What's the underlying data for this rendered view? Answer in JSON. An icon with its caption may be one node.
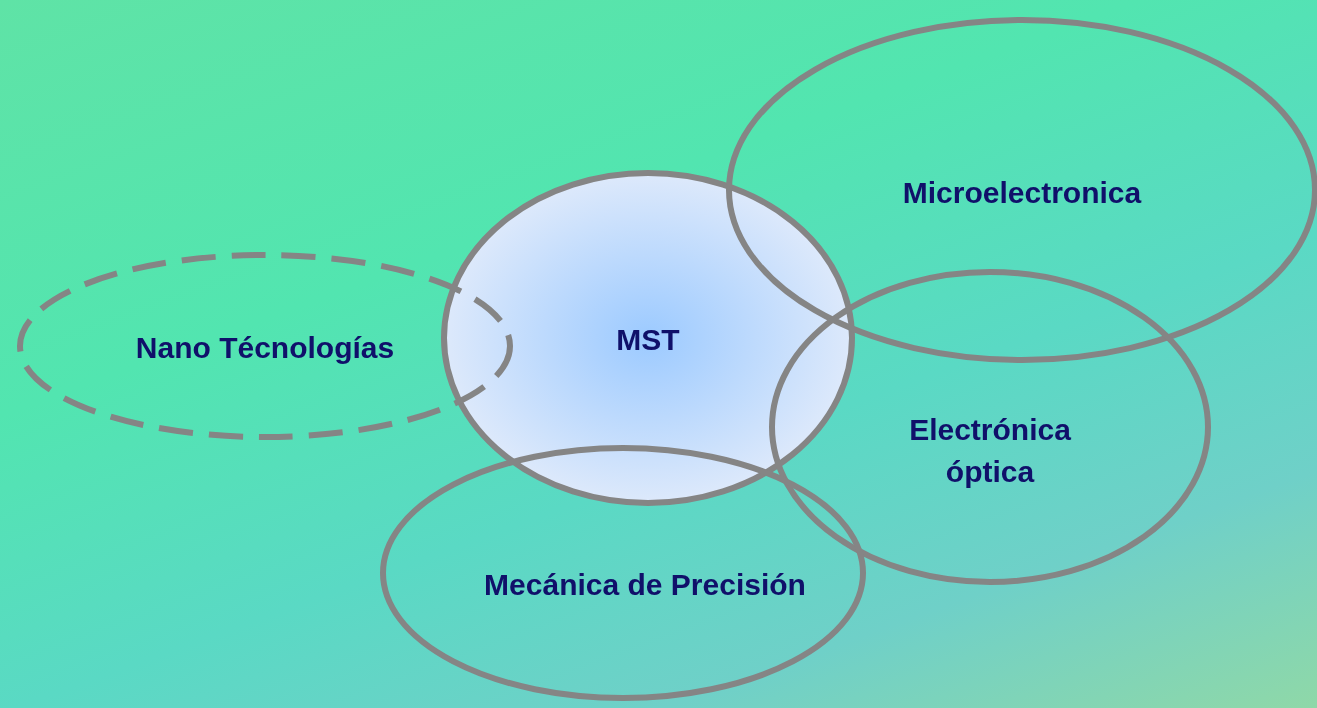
{
  "diagram": {
    "nodes": [
      {
        "text": [
          "Microelectronica"
        ]
      },
      {
        "text": [
          "Nano Técnologías"
        ]
      },
      {
        "text": [
          "MST"
        ]
      },
      {
        "text": [
          "Electrónica óptica"
        ]
      },
      {
        "text": [
          "Mecánica de Precisión"
        ]
      }
    ],
    "edges": []
  }
}
